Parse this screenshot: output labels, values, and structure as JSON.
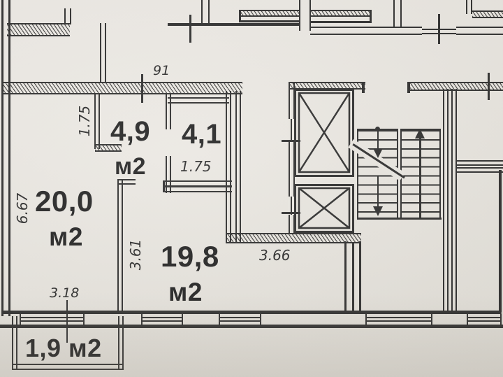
{
  "plan": {
    "kind": "scanned apartment floor plan",
    "rooms": [
      {
        "key": "room-20-0",
        "area": "20,0",
        "unit": "м2"
      },
      {
        "key": "room-4-9",
        "area": "4,9",
        "unit": "м2"
      },
      {
        "key": "room-4-1",
        "area": "4,1"
      },
      {
        "key": "room-19-8",
        "area": "19,8",
        "unit": "м2"
      },
      {
        "key": "balcony-1-9",
        "label": "1,9 м2"
      }
    ],
    "dimensions": {
      "door_91": "91",
      "wall_1_75_vert": "1.75",
      "wall_1_75_hall": "1.75",
      "depth_6_67": "6.67",
      "depth_3_61": "3.61",
      "width_3_18": "3.18",
      "width_3_66": "3.66"
    },
    "symbols": {
      "elevators": 2,
      "stair_direction_left": "down",
      "stair_direction_right": "up"
    }
  },
  "colors": {
    "paper": "#e9e6e0",
    "ink": "#272727"
  }
}
